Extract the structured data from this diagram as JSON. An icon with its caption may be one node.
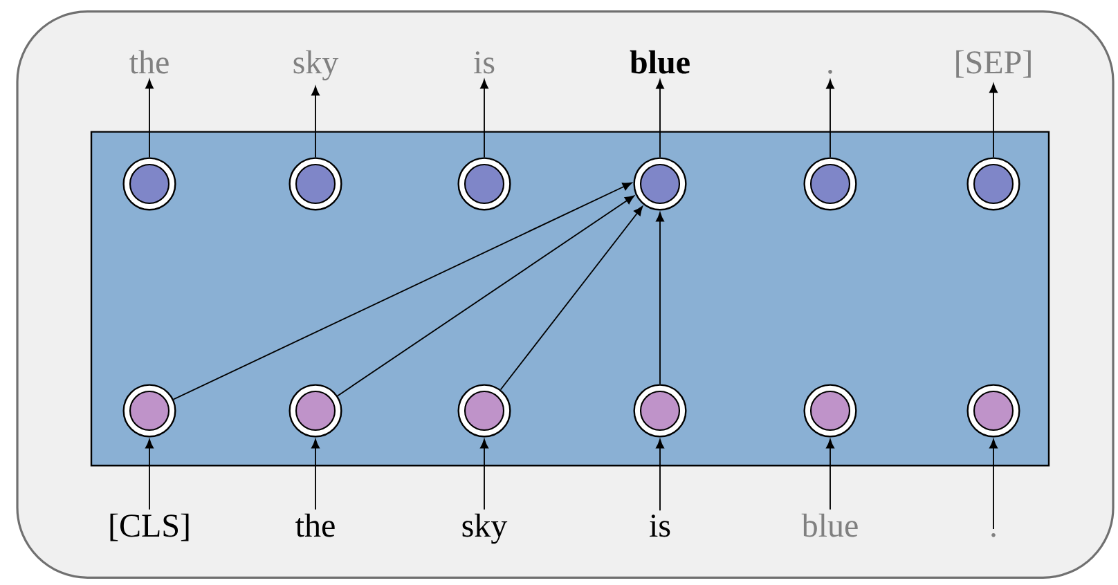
{
  "diagram": {
    "nodes": [
      {
        "text": [],
        "shape": "box"
      },
      {
        "text": [
          "the"
        ],
        "in": 0
      },
      {
        "text": [
          "sky"
        ],
        "in": 0
      },
      {
        "text": [
          "is"
        ],
        "in": 0
      },
      {
        "text": [
          "blue"
        ],
        "in": 0
      },
      {
        "text": [
          "."
        ],
        "in": 0
      },
      {
        "text": [
          "[SEP]"
        ],
        "in": 0
      },
      {
        "text": [],
        "shape": "box",
        "in": 0
      },
      {
        "text": [],
        "shape": "circle",
        "in": 7
      },
      {
        "text": [],
        "shape": "circle",
        "in": 7
      },
      {
        "text": [],
        "shape": "circle",
        "in": 7
      },
      {
        "text": [],
        "shape": "circle",
        "in": 7
      },
      {
        "text": [],
        "shape": "circle",
        "in": 7
      },
      {
        "text": [],
        "shape": "circle",
        "in": 7
      },
      {
        "text": [],
        "shape": "circle",
        "in": 7
      },
      {
        "text": [],
        "shape": "circle",
        "in": 7
      },
      {
        "text": [],
        "shape": "circle",
        "in": 7
      },
      {
        "text": [],
        "shape": "circle",
        "in": 7
      },
      {
        "text": [],
        "shape": "circle",
        "in": 7
      },
      {
        "text": [],
        "shape": "circle",
        "in": 7
      },
      {
        "text": [
          "[CLS]"
        ],
        "in": 0
      },
      {
        "text": [
          "the"
        ],
        "in": 0
      },
      {
        "text": [
          "sky"
        ],
        "in": 0
      },
      {
        "text": [
          "is"
        ],
        "in": 0
      },
      {
        "text": [
          "blue"
        ],
        "in": 0
      },
      {
        "text": [
          "."
        ],
        "in": 0
      }
    ],
    "edges": [
      {
        "from": 8,
        "to": 1,
        "arrow": "to"
      },
      {
        "from": 9,
        "to": 2,
        "arrow": "to"
      },
      {
        "from": 10,
        "to": 3,
        "arrow": "to"
      },
      {
        "from": 11,
        "to": 4,
        "arrow": "to"
      },
      {
        "from": 12,
        "to": 5,
        "arrow": "to"
      },
      {
        "from": 13,
        "to": 6,
        "arrow": "to"
      },
      {
        "from": 14,
        "to": 11,
        "arrow": "to"
      },
      {
        "from": 15,
        "to": 11,
        "arrow": "to"
      },
      {
        "from": 16,
        "to": 11,
        "arrow": "to"
      },
      {
        "from": 17,
        "to": 11,
        "arrow": "to"
      },
      {
        "from": 20,
        "to": 14,
        "arrow": "to"
      },
      {
        "from": 21,
        "to": 15,
        "arrow": "to"
      },
      {
        "from": 22,
        "to": 16,
        "arrow": "to"
      },
      {
        "from": 23,
        "to": 17,
        "arrow": "to"
      },
      {
        "from": 24,
        "to": 18,
        "arrow": "to"
      },
      {
        "from": 25,
        "to": 19,
        "arrow": "to"
      }
    ]
  }
}
